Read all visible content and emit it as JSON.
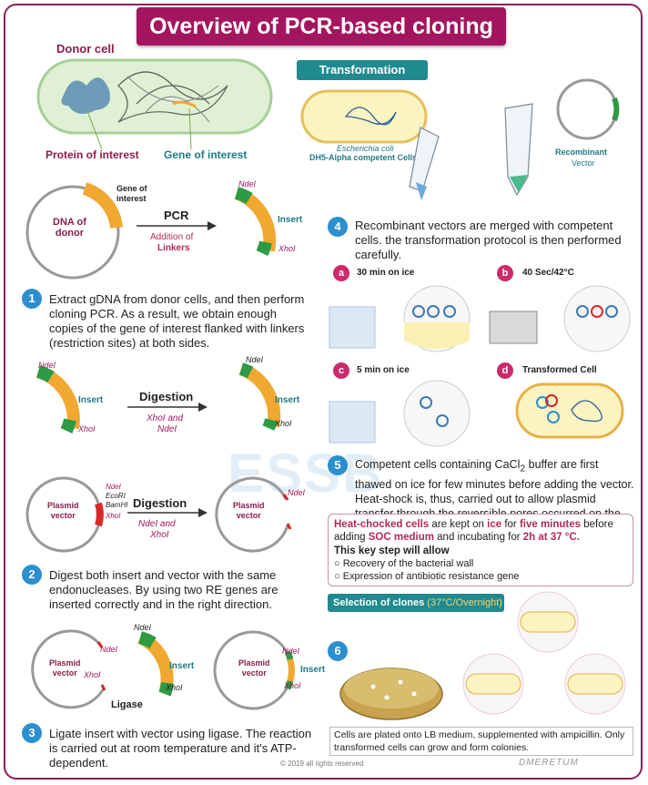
{
  "title": "Overview of PCR-based cloning",
  "donor": {
    "heading": "Donor cell",
    "protein_label": "Protein of interest",
    "gene_label": "Gene of interest"
  },
  "pcr": {
    "gene_label": "Gene of\ninterest",
    "dna_label": "DNA of\ndonor",
    "arrow_label": "PCR",
    "addition_label": "Addition of",
    "linkers_label": "Linkers",
    "ndei": "NdeI",
    "insert": "Insert",
    "xhoi": "XhoI"
  },
  "steps": {
    "s1": {
      "num": "1",
      "text": "Extract gDNA from donor cells, and then perform cloning PCR. As a result, we obtain enough copies of the gene of interest flanked with linkers (restriction sites) at both sides."
    },
    "s2": {
      "num": "2",
      "text": "Digest both insert and vector with the same endonucleases. By using two RE genes are inserted correctly and in the right direction."
    },
    "s3": {
      "num": "3",
      "text": "Ligate insert with vector using ligase. The reaction is carried out at room temperature and it's ATP-dependent."
    },
    "s4": {
      "num": "4",
      "text": "Recombinant vectors are merged with competent cells. the transformation protocol is then performed carefully."
    },
    "s5": {
      "num": "5",
      "text_a": "Competent cells containing CaCl",
      "sub": "2",
      "text_b": " buffer are first thawed on ice for few minutes before adding the vector. Heat-shock is, thus, carried out to allow plasmid transfer through the reversible pores occurred on the cell surface"
    },
    "s6": {
      "num": "6"
    }
  },
  "digest1": {
    "ndei": "NdeI",
    "insert": "Insert",
    "xhoi": "XhoI",
    "arrow_label": "Digestion",
    "enzymes_a": "XhoI and",
    "enzymes_b": "NdeI"
  },
  "digest2": {
    "plasmid": "Plasmid\nvector",
    "sites": [
      "NdeI",
      "EcoRI",
      "BamHI",
      "XhoI"
    ],
    "arrow_label": "Digestion",
    "enzymes_a": "NdeI and",
    "enzymes_b": "XhoI",
    "ndei": "NdeI"
  },
  "ligation": {
    "plasmid": "Plasmid\nvector",
    "ndei": "NdeI",
    "insert": "Insert",
    "xhoi": "XhoI",
    "ligase": "Ligase"
  },
  "transformation": {
    "tag": "Transformation",
    "ecoli": "Escherichia coli",
    "cells": "DH5-Alpha competent Cells",
    "recombinant": "Recombinant",
    "vector": "Vector"
  },
  "substeps": {
    "a": {
      "badge": "a",
      "label": "30 min on ice"
    },
    "b": {
      "badge": "b",
      "label": "40 Sec/42°C"
    },
    "c": {
      "badge": "c",
      "label": "5 min on ice"
    },
    "d": {
      "badge": "d",
      "label": "Transformed Cell"
    }
  },
  "heat_box": {
    "l1_a": "Heat-chocked cells",
    "l1_b": " are kept on ",
    "l1_c": "ice",
    "l1_d": " for ",
    "l1_e": "five minutes",
    "l1_f": " before",
    "l2_a": "adding ",
    "l2_b": "SOC medium",
    "l2_c": " and incubating for ",
    "l2_d": "2h at 37 °C.",
    "key": "This key step will allow",
    "bullets": [
      "Recovery of the bacterial wall",
      "Expression of antibiotic resistance gene"
    ]
  },
  "selection": {
    "tag": "Selection of clones",
    "cond": " (37°C/Overnight)",
    "note": "Cells are plated onto LB medium, supplemented with ampicillin. Only transformed cells can grow and form colonies."
  },
  "watermark": "ESSB",
  "copyright": "© 2019 all rights reserved",
  "signature": "DMERETUM",
  "colors": {
    "accent": "#a3155f",
    "teal": "#1f8a8f",
    "step": "#2b8fd0",
    "gene": "#f0a830",
    "linker": "#2e9a45"
  }
}
